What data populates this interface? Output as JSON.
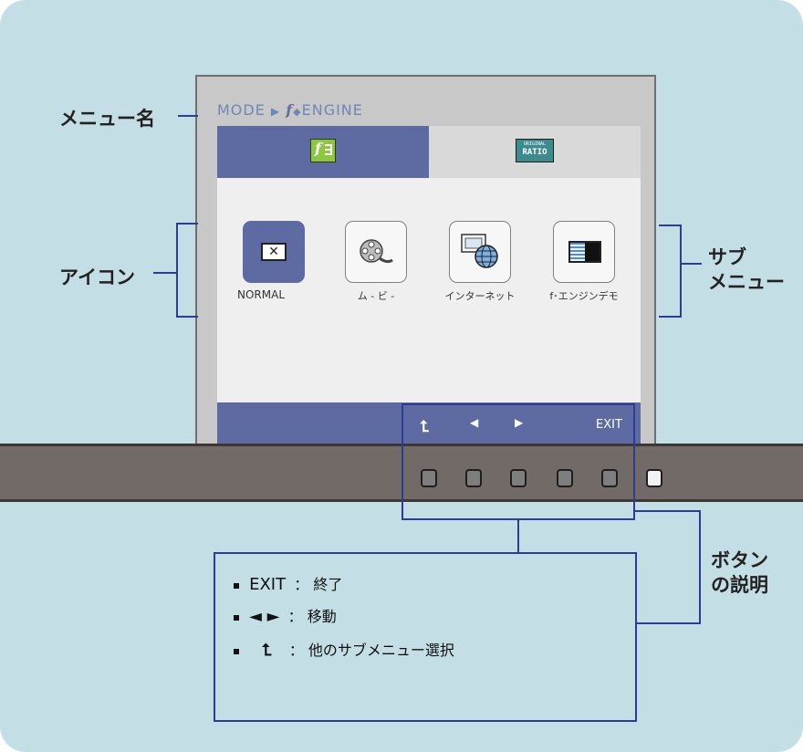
{
  "monitor": {
    "menu_title": {
      "mode": "MODE",
      "f": "f",
      "engine": "ENGINE"
    },
    "tabs": [
      {
        "label": "f",
        "icon": "f-engine-icon"
      },
      {
        "label": "ORIGINAL RATIO",
        "line1": "ORIGINAL",
        "line2": "RATIO",
        "icon": "original-ratio-icon"
      }
    ],
    "submenu_items": [
      {
        "label": "NORMAL",
        "icon": "normal-icon",
        "selected": true
      },
      {
        "label": "ム - ビ -",
        "icon": "movie-icon",
        "selected": false
      },
      {
        "label": "インターネット",
        "icon": "internet-icon",
        "selected": false
      },
      {
        "label": "f･エンジンデモ",
        "icon": "f-engine-demo-icon",
        "selected": false
      }
    ],
    "nav": {
      "up": "⮤",
      "left": "◀",
      "right": "▶",
      "exit": "EXIT"
    },
    "button_count": 6
  },
  "callouts": {
    "menu_name": "メニュー名",
    "icon": "アイコン",
    "submenu_line1": "サブ",
    "submenu_line2": "メニュー",
    "button_desc_line1": "ボタン",
    "button_desc_line2": "の説明"
  },
  "legend": [
    {
      "key": "EXIT",
      "sep": "：",
      "desc": "終了"
    },
    {
      "key": "◄ ►",
      "sep": "：",
      "desc": "移動"
    },
    {
      "key": "⮤",
      "sep": "：",
      "desc": "他のサブメニュー選択"
    }
  ],
  "colors": {
    "panel_bg": "#c3dee4",
    "accent_blue": "#5e6ba2",
    "line_blue": "#2d3d93",
    "bezel": "#726a66"
  }
}
